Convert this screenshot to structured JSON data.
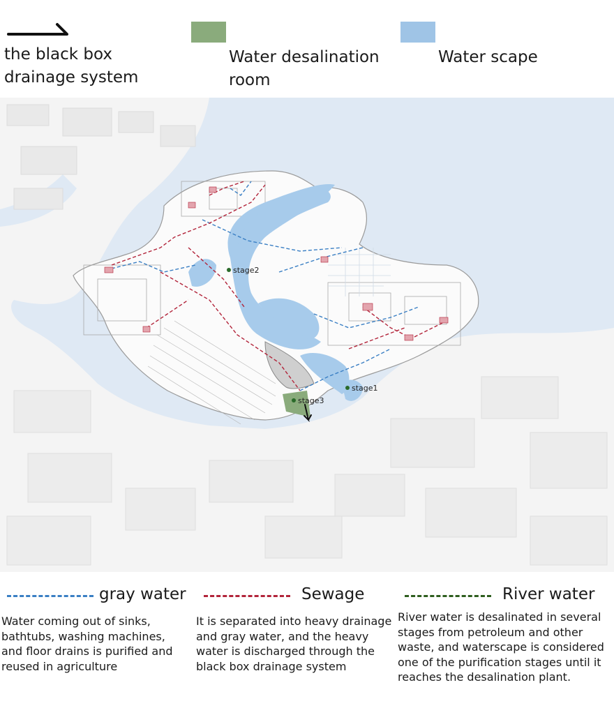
{
  "legend_top": {
    "black_box": {
      "label": "the black box\ndrainage system",
      "icon": "arrow-icon",
      "color": "#111111"
    },
    "desalination_room": {
      "label": "Water desalination\nroom",
      "color": "#8aab7c"
    },
    "water_scape": {
      "label": "Water scape",
      "color": "#9fc4e6"
    }
  },
  "map": {
    "stages": [
      {
        "label": "stage1"
      },
      {
        "label": "stage2"
      },
      {
        "label": "stage3"
      }
    ],
    "colors": {
      "water": "#dfe9f4",
      "water_scape": "#a7cbeb",
      "land": "#f3f3f3",
      "site": "#fbfbfb",
      "gray_water": "#3a7fc4",
      "sewage": "#b2243a",
      "stage_dot": "#2a6a2a"
    }
  },
  "legend_bottom": {
    "gray_water": {
      "title": "gray water",
      "color": "#3a7fc4",
      "description": "Water coming out of sinks, bathtubs, washing machines, and floor drains is purified and reused in agriculture"
    },
    "sewage": {
      "title": "Sewage",
      "color": "#b2243a",
      "description": "It is separated into heavy drainage and gray water, and the heavy water is discharged through the black box drainage system"
    },
    "river_water": {
      "title": "River water",
      "color": "#2e5e1e",
      "description": "River water is desalinated in several stages from petroleum and other waste, and waterscape is considered one of the purification stages until it reaches the desalination plant."
    }
  }
}
